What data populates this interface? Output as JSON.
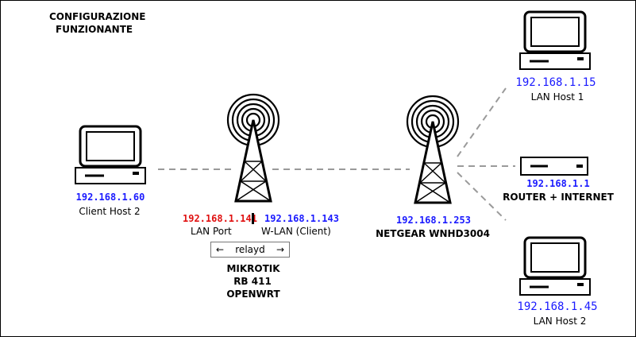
{
  "title": {
    "line1": "CONFIGURAZIONE",
    "line2": "FUNZIONANTE"
  },
  "client_host": {
    "ip": "192.168.1.60",
    "name": "Client Host 2",
    "icon": "computer-icon"
  },
  "mikrotik": {
    "lan_ip": "192.168.1.141",
    "lan_label": "LAN Port",
    "wlan_ip": "192.168.1.143",
    "wlan_label": "W-LAN (Client)",
    "relayd": {
      "left_arrow": "←",
      "label": "relayd",
      "right_arrow": "→"
    },
    "name_line1": "MIKROTIK",
    "name_line2": "RB 411",
    "name_line3": "OPENWRT",
    "icon": "antenna-tower-icon"
  },
  "netgear": {
    "ip": "192.168.1.253",
    "name": "NETGEAR WNHD3004",
    "icon": "antenna-tower-icon"
  },
  "lan_host_1": {
    "ip": "192.168.1.15",
    "name": "LAN Host 1",
    "icon": "computer-icon"
  },
  "router": {
    "ip": "192.168.1.1",
    "name": "ROUTER + INTERNET",
    "icon": "router-icon"
  },
  "lan_host_2": {
    "ip": "192.168.1.45",
    "name": "LAN Host 2",
    "icon": "computer-icon"
  },
  "colors": {
    "ip_blue": "#1a1aff",
    "ip_red": "#e01010",
    "link_gray": "#9a9a9a"
  }
}
